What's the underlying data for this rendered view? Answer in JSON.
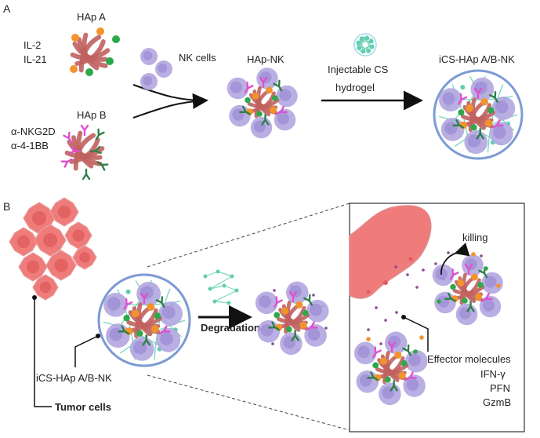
{
  "panel_a": {
    "letter": "A",
    "hap_a": {
      "title": "HAp A",
      "cytokines": [
        "IL-2",
        "IL-21"
      ]
    },
    "hap_b": {
      "title": "HAp B",
      "antibodies": [
        "α-NKG2D",
        "α-4-1BB"
      ]
    },
    "nk_cells_label": "NK cells",
    "hap_nk_label": "HAp-NK",
    "hydrogel_label": [
      "Injectable CS",
      "hydrogel"
    ],
    "final_label": "iCS-HAp A/B-NK"
  },
  "panel_b": {
    "letter": "B",
    "tumor_label": "Tumor cells",
    "ics_label": "iCS-HAp A/B-NK",
    "degradation_label": "Degradation",
    "killing_label": "killing",
    "effector_title": "Effector molecules",
    "effectors": [
      "IFN-γ",
      "PFN",
      "GzmB"
    ]
  },
  "colors": {
    "nk_cell": "#b3a6e0",
    "nk_nucleus": "#8f7fd0",
    "particle_strand": "#c0605f",
    "cytokine_orange": "#f2932b",
    "cytokine_green": "#2ea84a",
    "antibody_magenta": "#e04fd0",
    "antibody_green": "#2d7f47",
    "hydrogel_circle": "#7d9bd4",
    "hydrogel_net": "#5fcfb0",
    "tumor": "#ef7b7b",
    "tumor_nucleus": "#e05c5c",
    "effector_dot": "#8a4a8e"
  }
}
